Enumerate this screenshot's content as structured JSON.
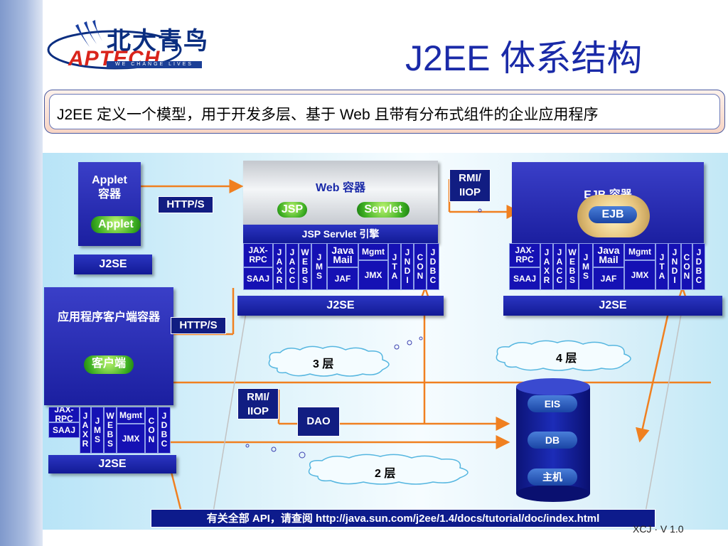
{
  "logo": {
    "cn": "北大青鸟",
    "en": "APTECH",
    "tagline": "WE CHANGE LIVES"
  },
  "title": "J2EE 体系结构",
  "definition": "J2EE 定义一个模型，用于开发多层、基于 Web 且带有分布式组件的企业应用程序",
  "applet_container": {
    "title_line1": "Applet",
    "title_line2": "容器",
    "component": "Applet",
    "base": "J2SE"
  },
  "app_client_container": {
    "title": "应用程序客户端容器",
    "component": "客户端",
    "base": "J2SE"
  },
  "web_container": {
    "title": "Web 容器",
    "jsp": "JSP",
    "servlet": "Servlet",
    "engine": "JSP Servlet 引擎",
    "base": "J2SE"
  },
  "ejb_container": {
    "title": "EJB 容器",
    "component": "EJB",
    "base": "J2SE"
  },
  "protocols": {
    "http1": "HTTP/S",
    "http2": "HTTP/S",
    "rmi_top_1": "RMI/",
    "rmi_top_2": "IIOP",
    "rmi_mid_1": "RMI/",
    "rmi_mid_2": "IIOP",
    "dao": "DAO"
  },
  "api": {
    "jaxrpc": "JAX-RPC",
    "saaj": "SAAJ",
    "jaxr": "J A X R",
    "jacc": "J A C C",
    "webs": "W E B S",
    "jms": "J M S",
    "javamail": "Java Mail",
    "mgmt": "Mgmt",
    "jaf": "JAF",
    "jmx": "JMX",
    "jta": "J T A",
    "jndi": "J N D I",
    "con": "C O N",
    "jdbc": "J D B C"
  },
  "tiers": {
    "tier3": "3 层",
    "tier4": "4 层",
    "tier2": "2 层"
  },
  "eis": {
    "eis": "EIS",
    "db": "DB",
    "host": "主机"
  },
  "footer": "有关全部 API，请查阅 http://java.sun.com/j2ee/1.4/docs/tutorial/doc/index.html",
  "page_number": "XCJ · V 1.0",
  "colors": {
    "navy": "#1b1fa0",
    "accent_title": "#1a2aa8",
    "arrow": "#f08020",
    "green": "#3cae22"
  }
}
